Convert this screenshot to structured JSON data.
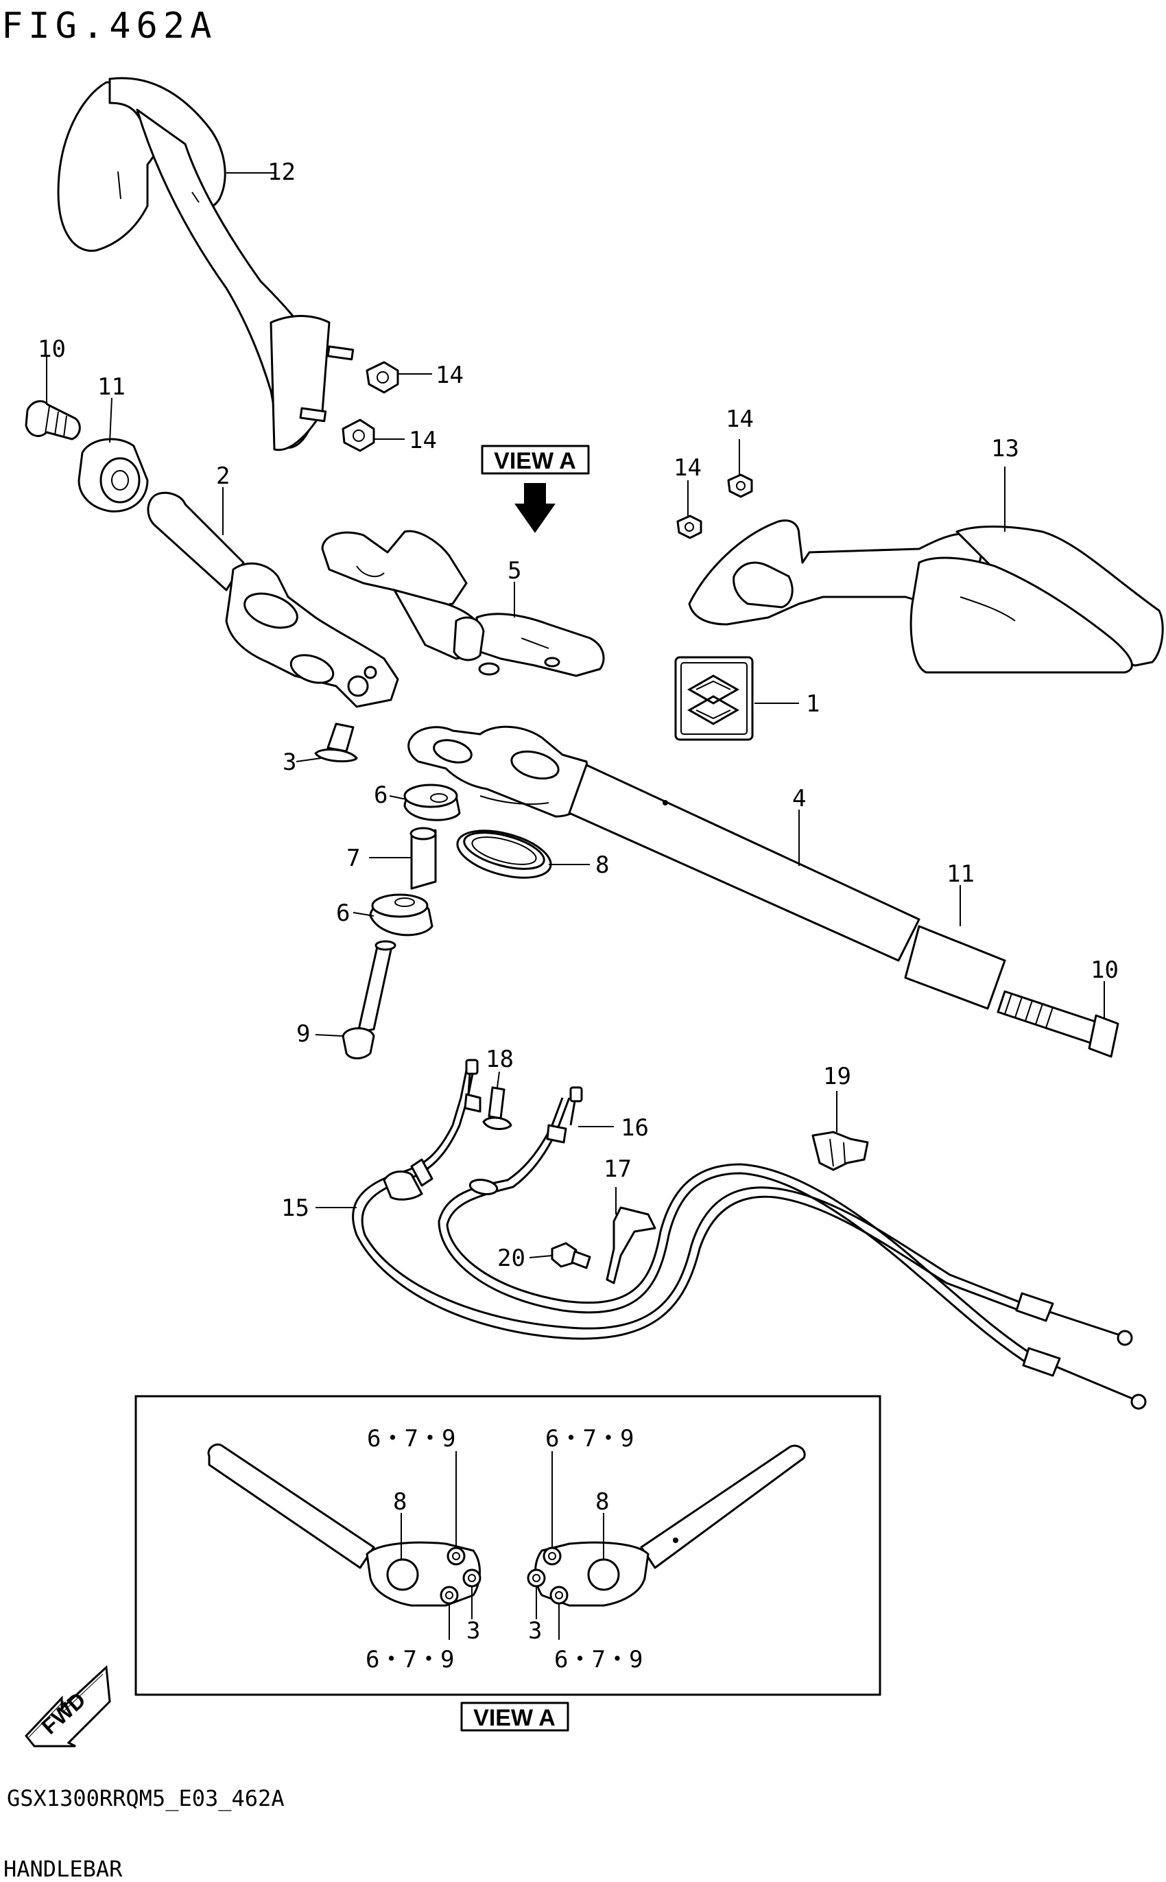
{
  "figure": {
    "title": "FIG.462A",
    "model_code": "GSX1300RRQM5_E03_462A",
    "section": "HANDLEBAR"
  },
  "view_marker": {
    "label": "VIEW A",
    "detail_label": "VIEW A"
  },
  "direction_badge": "FWD",
  "callouts": {
    "c1": "1",
    "c2": "2",
    "c3": "3",
    "c4": "4",
    "c5": "5",
    "c6a": "6",
    "c6b": "6",
    "c7": "7",
    "c8": "8",
    "c9": "9",
    "c10a": "10",
    "c10b": "10",
    "c11a": "11",
    "c11b": "11",
    "c12": "12",
    "c13": "13",
    "c14a": "14",
    "c14b": "14",
    "c14c": "14",
    "c14d": "14",
    "c15": "15",
    "c16": "16",
    "c17": "17",
    "c18": "18",
    "c19": "19",
    "c20": "20"
  },
  "view_a_callouts": {
    "left_top": "6・7・9",
    "right_top": "6・7・9",
    "left_8": "8",
    "right_8": "8",
    "left_3": "3",
    "right_3": "3",
    "left_bottom": "6・7・9",
    "right_bottom": "6・7・9"
  }
}
